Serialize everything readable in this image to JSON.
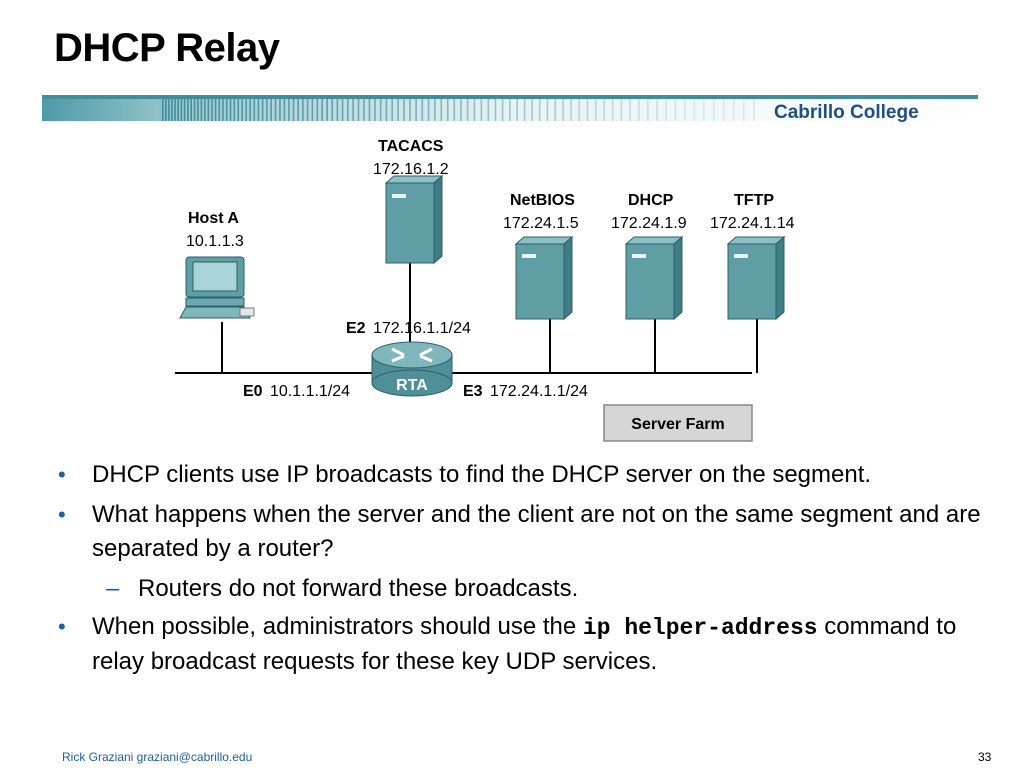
{
  "title": "DHCP Relay",
  "college": "Cabrillo College",
  "diagram": {
    "host": {
      "name": "Host A",
      "ip": "10.1.1.3"
    },
    "tacacs": {
      "name": "TACACS",
      "ip": "172.16.1.2"
    },
    "netbios": {
      "name": "NetBIOS",
      "ip": "172.24.1.5"
    },
    "dhcp": {
      "name": "DHCP",
      "ip": "172.24.1.9"
    },
    "tftp": {
      "name": "TFTP",
      "ip": "172.24.1.14"
    },
    "router": {
      "name": "RTA"
    },
    "e2": {
      "iface": "E2",
      "ip": "172.16.1.1/24"
    },
    "e0": {
      "iface": "E0",
      "ip": "10.1.1.1/24"
    },
    "e3": {
      "iface": "E3",
      "ip": "172.24.1.1/24"
    },
    "server_farm": "Server Farm"
  },
  "bullets": {
    "b1": "DHCP clients use IP broadcasts to find the DHCP server on the segment.",
    "b2": "What happens when the server and the client are not on the same segment and are separated by a router?",
    "sub1": "Routers do not forward these broadcasts.",
    "b3_pre": "When possible, administrators should use the ",
    "b3_cmd": "ip helper-address",
    "b3_post": " command to relay broadcast requests for these key UDP services."
  },
  "footer": {
    "author": "Rick Graziani  graziani@cabrillo.edu",
    "page": "33"
  }
}
